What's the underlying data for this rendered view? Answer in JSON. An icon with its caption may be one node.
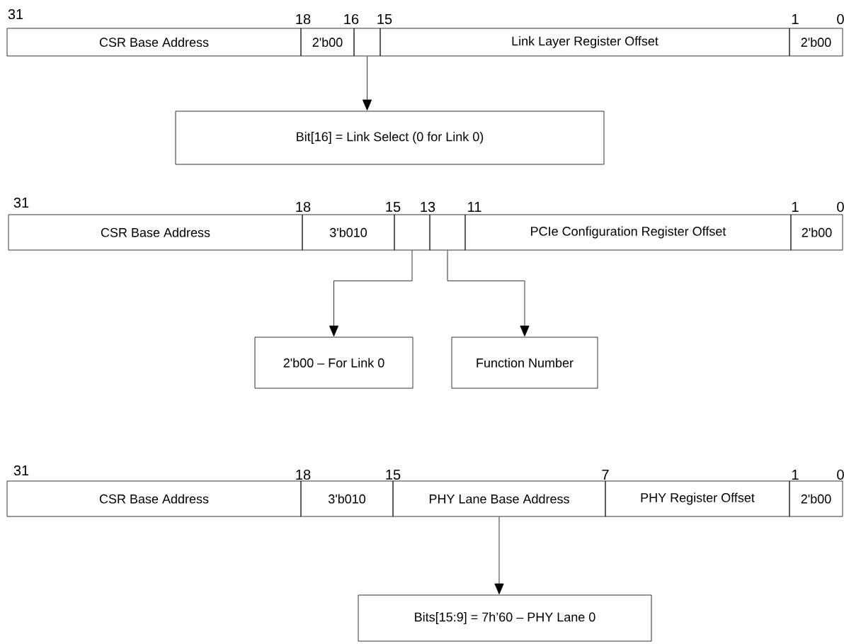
{
  "diagram": {
    "nodes": [
      {
        "text": [
          "CSR Base Address"
        ]
      },
      {
        "text": [
          "2'b00"
        ]
      },
      {
        "text": [],
        "shape": "box"
      },
      {
        "text": [
          "Link Layer Register Offset"
        ]
      },
      {
        "text": [
          "2'b00"
        ]
      },
      {
        "text": [
          "Bit[16] = Link Select (0 for Link 0)"
        ]
      },
      {
        "text": [
          "CSR Base Address"
        ]
      },
      {
        "text": [
          "3'b010"
        ]
      },
      {
        "text": [],
        "shape": "box"
      },
      {
        "text": [],
        "shape": "box"
      },
      {
        "text": [
          "PCIe Configuration Register Offset"
        ]
      },
      {
        "text": [
          "2'b00"
        ]
      },
      {
        "text": [
          "2'b00 – For Link 0"
        ]
      },
      {
        "text": [
          "Function Number"
        ]
      },
      {
        "text": [
          "CSR Base Address"
        ]
      },
      {
        "text": [
          "3'b010"
        ]
      },
      {
        "text": [
          "PHY Lane Base Address"
        ]
      },
      {
        "text": [
          "PHY Register Offset"
        ]
      },
      {
        "text": [
          "2'b00"
        ]
      },
      {
        "text": [
          "Bits[15:9] = 7h’60 – PHY Lane 0"
        ]
      }
    ],
    "edges": [
      {
        "from": 2,
        "to": 5,
        "arrow": "to"
      },
      {
        "from": 8,
        "to": 12,
        "arrow": "to"
      },
      {
        "from": 9,
        "to": 13,
        "arrow": "to"
      },
      {
        "from": 16,
        "to": 19,
        "arrow": "to"
      }
    ],
    "labels": [
      "31",
      "18",
      "16",
      "15",
      "1",
      "0",
      "31",
      "18",
      "15",
      "13",
      "11",
      "1",
      "0",
      "31",
      "18",
      "15",
      "7",
      "1",
      "0"
    ]
  }
}
